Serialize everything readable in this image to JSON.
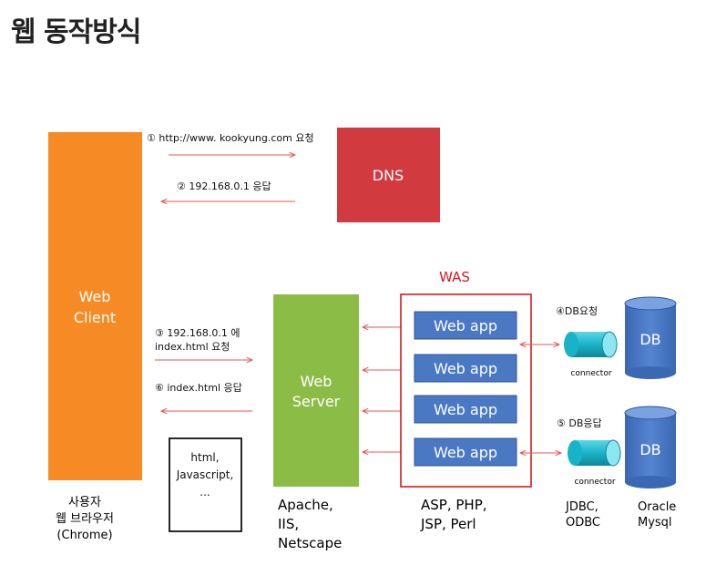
{
  "page": {
    "title": "웹 동작방식"
  },
  "colors": {
    "client": "#f68b25",
    "dns": "#d13a3f",
    "web_server": "#8bbd46",
    "was_border": "#d9191c",
    "web_app": "#4a78c3",
    "db": "#4a78c3",
    "connector": "#1ab3c9",
    "arrow": "#e05a5a"
  },
  "client": {
    "line1": "Web",
    "line2": "Client",
    "caption": [
      "사용자",
      "웹 브라우저",
      "(Chrome)"
    ]
  },
  "dns": {
    "label": "DNS"
  },
  "steps": {
    "s1": "① http://www. kookyung.com 요청",
    "s2": "② 192.168.0.1 응답",
    "s3_line1": "③ 192.168.0.1 에",
    "s3_line2": "index.html 요청",
    "s6": "⑥ index.html 응답",
    "s4": "④DB요청",
    "s5": "⑤ DB응답"
  },
  "content_box": {
    "lines": [
      "html,",
      "Javascript,",
      "..."
    ]
  },
  "web_server": {
    "line1": "Web",
    "line2": "Server",
    "caption": [
      "Apache,",
      "IIS,",
      "Netscape"
    ]
  },
  "was": {
    "title": "WAS",
    "apps": [
      "Web app",
      "Web app",
      "Web app",
      "Web app"
    ],
    "caption": [
      "ASP, PHP,",
      "JSP, Perl"
    ]
  },
  "connectors": {
    "label": "connector",
    "caption": [
      "JDBC,",
      "ODBC"
    ]
  },
  "db": {
    "label": "DB",
    "caption": [
      "Oracle",
      "Mysql"
    ]
  }
}
